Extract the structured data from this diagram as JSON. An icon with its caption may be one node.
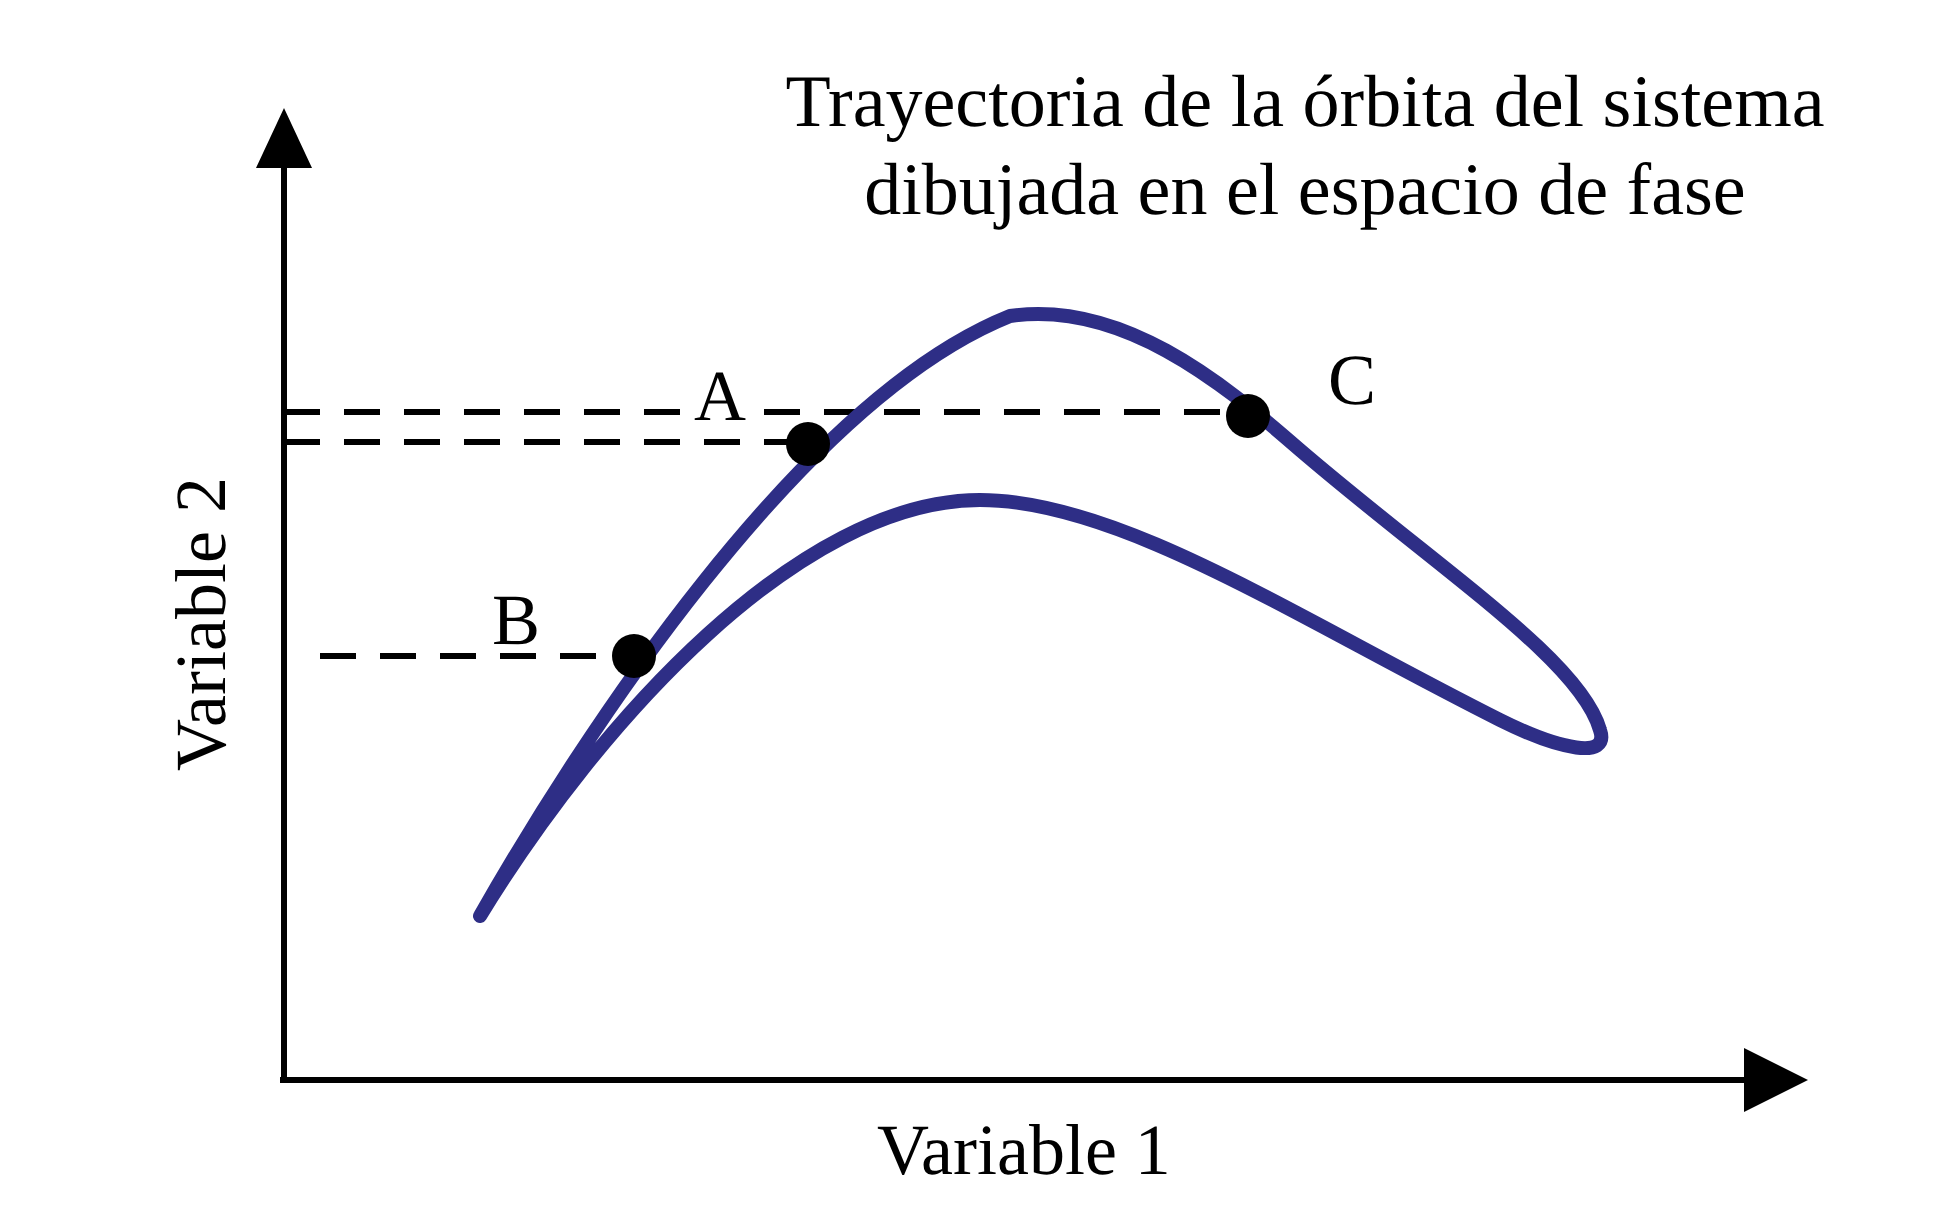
{
  "diagram": {
    "title": "Trayectoria de la órbita del sistema dibujada en el espacio de fase",
    "labels": [
      "C",
      "A",
      "B",
      "Variable 2",
      "Variable 1"
    ]
  }
}
